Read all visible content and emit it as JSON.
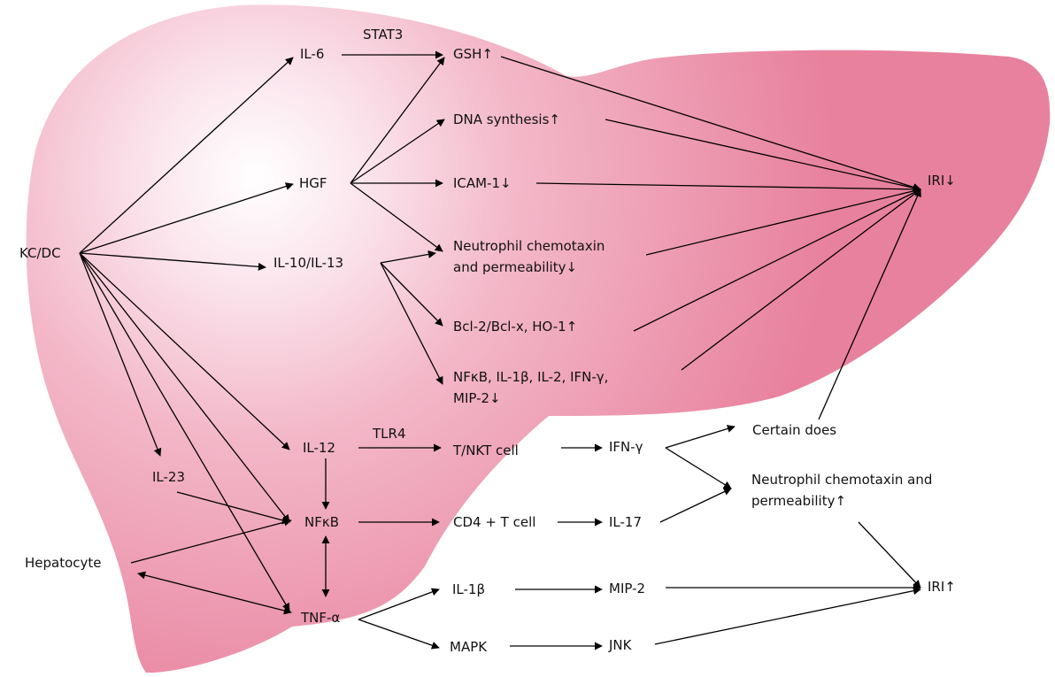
{
  "colors": {
    "liver_light": "#fbe6ee",
    "liver_mid": "#f0a8bd",
    "liver_dark": "#e8819e",
    "arrow": "#000000",
    "text": "#111111"
  },
  "labels": {
    "kc_dc": "KC/DC",
    "hepatocyte": "Hepatocyte",
    "il6": "IL-6",
    "stat3": "STAT3",
    "gsh": "GSH↑",
    "hgf": "HGF",
    "dna_synthesis": "DNA synthesis↑",
    "icam1": "ICAM-1↓",
    "il10_il13": "IL-10/IL-13",
    "neutrophil_down_line1": "Neutrophil chemotaxin",
    "neutrophil_down_line2": "and permeability↓",
    "bcl2": "Bcl-2/Bcl-x, HO-1↑",
    "nfkb_list_line1": "NFκB, IL-1β, IL-2, IFN-γ,",
    "nfkb_list_line2": "MIP-2↓",
    "iri_down": "IRI↓",
    "il12": "IL-12",
    "tlr4": "TLR4",
    "t_nkt": "T/NKT cell",
    "ifn_gamma": "IFN-γ",
    "certain_does": "Certain does",
    "neutrophil_up_line1": "Neutrophil chemotaxin and",
    "neutrophil_up_line2": "permeability↑",
    "il23": "IL-23",
    "nfkb": "NFκB",
    "cd4": "CD4 + T cell",
    "il17": "IL-17",
    "tnf_alpha": "TNF-α",
    "il1b": "IL-1β",
    "mip2": "MIP-2",
    "iri_up": "IRI↑",
    "mapk": "MAPK",
    "jnk": "JNK"
  }
}
